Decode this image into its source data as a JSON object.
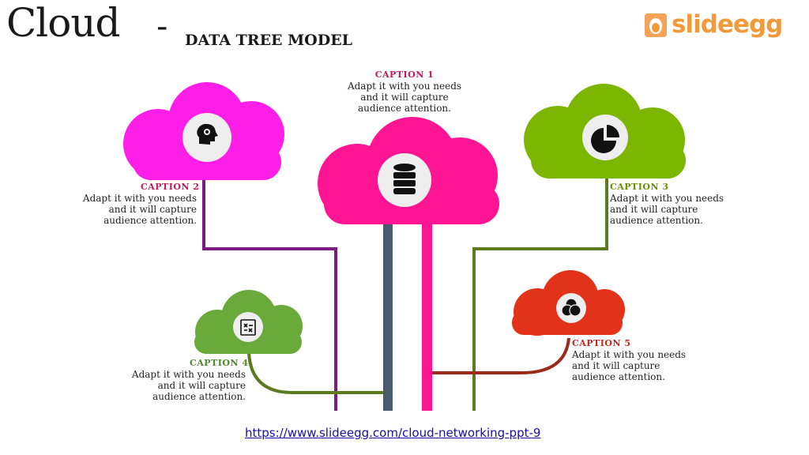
{
  "title": {
    "main": "Cloud",
    "dash": "-",
    "subtitle": "DATA TREE MODEL"
  },
  "logo": {
    "text": "slideegg",
    "icon": "egg-logo-icon"
  },
  "colors": {
    "magenta": "#ff1ee8",
    "pink": "#ff1493",
    "lime": "#7db600",
    "green": "#6aaa3a",
    "red": "#e2331a",
    "purple_line": "#7a1a82",
    "slate_trunk": "#4a5a6e",
    "olive_line": "#5c7a1e",
    "brown_line": "#9a2a1a"
  },
  "captions": {
    "c1": {
      "heading": "CAPTION 1",
      "line1": "Adapt it with you needs",
      "line2": "and it will capture",
      "line3": "audience attention."
    },
    "c2": {
      "heading": "CAPTION 2",
      "line1": "Adapt it with you needs",
      "line2": "and it will capture",
      "line3": "audience attention."
    },
    "c3": {
      "heading": "CAPTION 3",
      "line1": "Adapt it with you needs",
      "line2": "and it will capture",
      "line3": "audience attention."
    },
    "c4": {
      "heading": "CAPTION 4",
      "line1": "Adapt it with you needs",
      "line2": "and it will capture",
      "line3": "audience attention."
    },
    "c5": {
      "heading": "CAPTION 5",
      "line1": "Adapt it with you needs",
      "line2": "and it will capture",
      "line3": "audience attention."
    }
  },
  "icons": {
    "c1": "database-icon",
    "c2": "head-gears-icon",
    "c3": "pie-chart-icon",
    "c4": "math-notebook-icon",
    "c5": "venn-circles-icon"
  },
  "footer": {
    "link": "https://www.slideegg.com/cloud-networking-ppt-9"
  }
}
